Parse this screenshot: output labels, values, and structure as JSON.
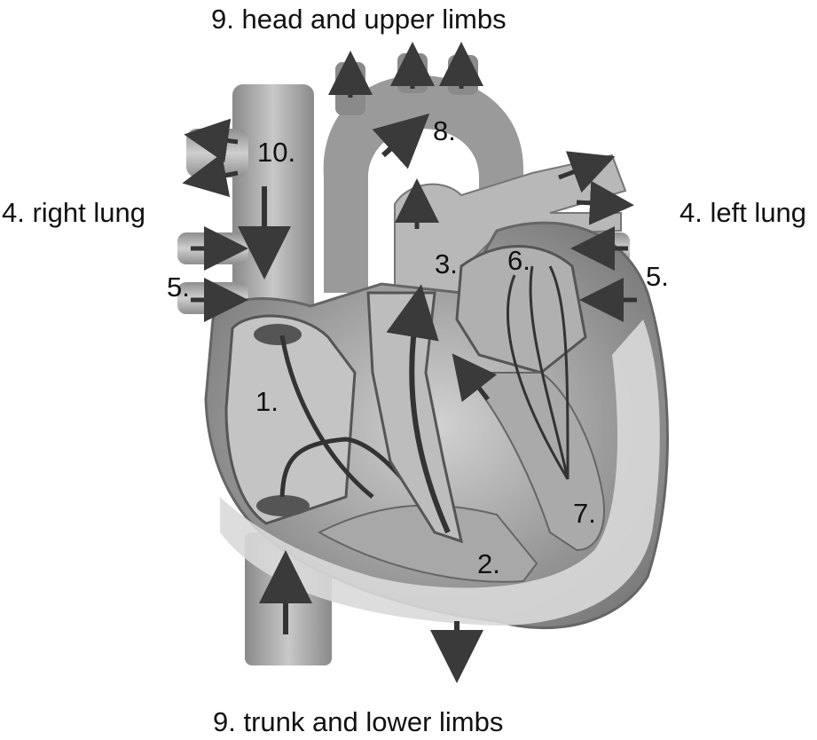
{
  "labels": {
    "top": "9. head and upper limbs",
    "bottom": "9. trunk and lower limbs",
    "right_lung": "4. right lung",
    "left_lung": "4. left lung",
    "n1": "1.",
    "n2": "2.",
    "n3": "3.",
    "n5_left": "5.",
    "n5_right": "5.",
    "n6": "6.",
    "n7": "7.",
    "n8": "8.",
    "n10": "10."
  }
}
